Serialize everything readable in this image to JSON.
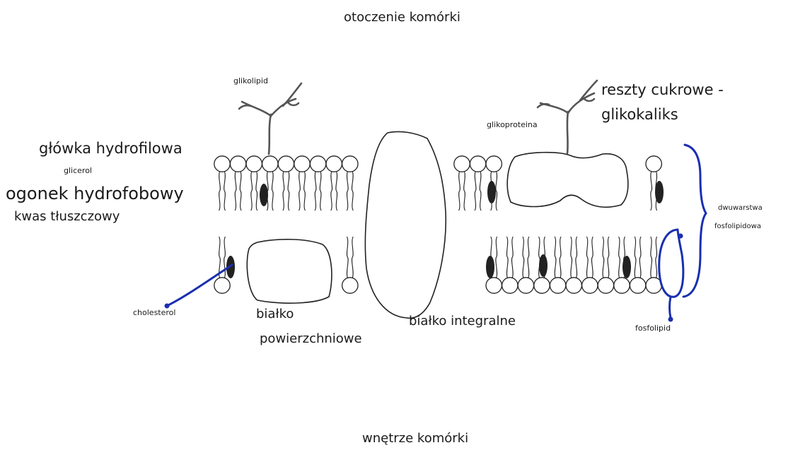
{
  "regions": {
    "outside": "otoczenie komórki",
    "inside": "wnętrze komórki"
  },
  "labels": {
    "glycolipid": "glikolipid",
    "glycoprotein": "glikoproteina",
    "sugar_residues_line1": "reszty cukrowe -",
    "sugar_residues_line2": "glikokaliks",
    "hydrophilic_head": "główka hydrofilowa",
    "glycerol": "glicerol",
    "hydrophobic_tail": "ogonek hydrofobowy",
    "fatty_acid": "kwas tłuszczowy",
    "cholesterol": "cholesterol",
    "peripheral_protein_line1": "białko",
    "peripheral_protein_line2": "powierzchniowe",
    "integral_protein": "białko integralne",
    "bilayer_line1": "dwuwarstwa",
    "bilayer_line2": "fosfolipidowa",
    "phospholipid": "fosfolipid"
  },
  "colors": {
    "annotation": "#1a2fb0",
    "outline": "#222222",
    "cholesterol_fill": "#222222"
  }
}
